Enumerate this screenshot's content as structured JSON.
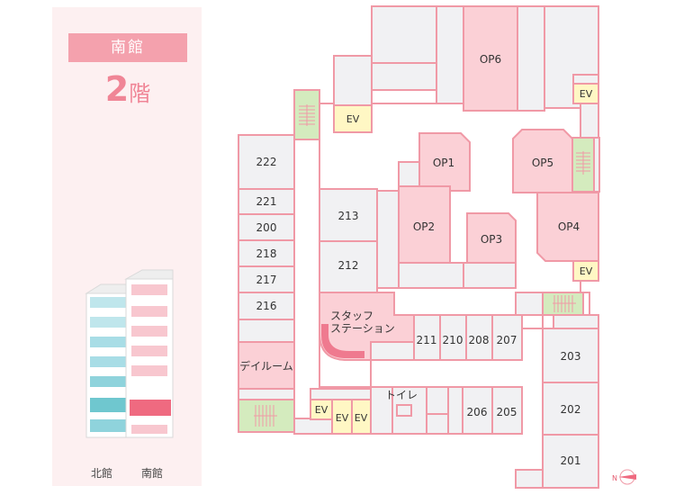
{
  "building": "南館",
  "floor": {
    "number": "2",
    "unit": "階"
  },
  "minimap": {
    "north_label": "北館",
    "south_label": "南館"
  },
  "compass": "N",
  "rooms": {
    "op6": "OP6",
    "op1": "OP1",
    "op5": "OP5",
    "op2": "OP2",
    "op3": "OP3",
    "op4": "OP4",
    "r222": "222",
    "r221": "221",
    "r200": "200",
    "r218": "218",
    "r217": "217",
    "r216": "216",
    "r213": "213",
    "r212": "212",
    "staff_line1": "スタッフ",
    "staff_line2": "ステーション",
    "r211": "211",
    "r210": "210",
    "r208": "208",
    "r207": "207",
    "dayroom": "デイルーム",
    "toilet": "トイレ",
    "r206": "206",
    "r205": "205",
    "r203": "203",
    "r202": "202",
    "r201": "201"
  },
  "elevators": {
    "label": "EV"
  }
}
